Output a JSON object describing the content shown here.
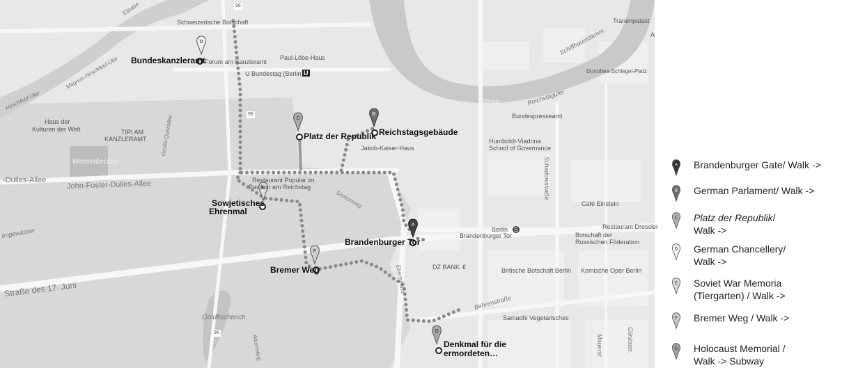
{
  "map": {
    "streets": {
      "spree_nw": "Spree",
      "spree_ne": "Spree",
      "magnus": "Magnus-Hirschfeld-Ufer",
      "hirschfeld": "Hirschfeld-Ufer",
      "elisabeth": "Elisabe",
      "reichstagufer": "Reichstagufer",
      "schiffbauerdamm": "Schiffbauerdamm",
      "dulles1": "-Dulles-Allee",
      "dulles2": "John-Foster-Dulles-Allee",
      "strasse17": "Straße des 17. Juni",
      "behrenstr": "Behrenstraße",
      "schadowstr": "Schadowstraße",
      "glinkastr": "Glinkastr.",
      "mauerstr": "Mauerst",
      "ebertstr": "Ebertstraße",
      "simsonweg": "Simsonweg",
      "grosse_q": "Große Querallee",
      "ahornsteig": "Ahornsteig",
      "gewaesser": "engewässer",
      "wasserbecken": "Wasserbecken",
      "goldfischteich": "Goldfischteich",
      "route96a": "96",
      "route96b": "96",
      "route96c": "96"
    },
    "places": {
      "schweizer": "Schweizerische Botschaft",
      "tranenpalast": "Tranenpalast",
      "forum": "Forum am Kanzleramt",
      "paul": "Paul-Löbe-Haus",
      "ubundestag": "U Bundestag (Berlin)",
      "ubahn": "U",
      "dorothea": "Dorothea-Schlegel-Platz",
      "haus1": "Haus der",
      "haus2": "Kulturen der Welt",
      "tipi1": "TIPI AM",
      "tipi2": "KANZLERAMT",
      "jakob": "Jakob-Kaiser-Haus",
      "bundespresse": "Bundespresseamt",
      "humboldt1": "Humboldt-Viadrina",
      "humboldt2": "School of Governance",
      "rest1": "Restaurant Popular im",
      "rest2": "Pavillon am Reichstag",
      "cafe": "Café Einstein",
      "berlin": "Berlin",
      "sbahn": "S",
      "brandtor_s": "Brandenburger Tor",
      "restdressler": "Restaurant Dressler",
      "botschaft1": "Botschaft der",
      "botschaft2": "Russischen Föderation",
      "dzbank": "DZ BANK",
      "euro": "€",
      "brit": "Britische Botschaft Berlin",
      "komische": "Komische Oper Berlin",
      "samadhi": "Samadhi Vegetarisches",
      "a": "A"
    },
    "pois": {
      "A": "Brandenburger Tor",
      "B": "Reichstagsgebäude",
      "C": "Platz der Republik",
      "D": "Bundeskanzleramt",
      "E1": "Sowjetisches",
      "E2": "Ehrenmal",
      "F": "Bremer Weg",
      "G1": "Denkmal für die",
      "G2": "ermordeten…"
    },
    "markers": [
      "A",
      "B",
      "C",
      "D",
      "E",
      "F",
      "G"
    ]
  },
  "legend": [
    {
      "letter": "A",
      "line1": "Brandenburger Gate/ Walk ->",
      "line2": "",
      "italic": "",
      "color": "#333333"
    },
    {
      "letter": "B",
      "line1": "German Parlament/ Walk ->",
      "line2": "",
      "italic": "",
      "color": "#6e6e6e"
    },
    {
      "letter": "C",
      "line1": "/",
      "line2": "Walk ->",
      "italic": "Platz der Republik",
      "color": "#b0b0b0"
    },
    {
      "letter": "D",
      "line1": "German Chancellery/",
      "line2": "Walk ->",
      "italic": "",
      "color": "#f2f2f2"
    },
    {
      "letter": "E",
      "line1": "Soviet War Memoria",
      "line2": "(Tiergarten) / Walk ->",
      "italic": "",
      "color": "#d9d9d9"
    },
    {
      "letter": "F",
      "line1": "Bremer Weg / Walk ->",
      "line2": "",
      "italic": "",
      "color": "#c8c8c8"
    },
    {
      "letter": "G",
      "line1": "Holocaust Memorial /",
      "line2": "Walk -> Subway",
      "italic": "",
      "color": "#a0a0a0"
    }
  ],
  "colors": {
    "route": "#8a8a8a",
    "water": "#cfcfcf",
    "park": "#d9d9d9",
    "road": "#f7f7f7"
  }
}
